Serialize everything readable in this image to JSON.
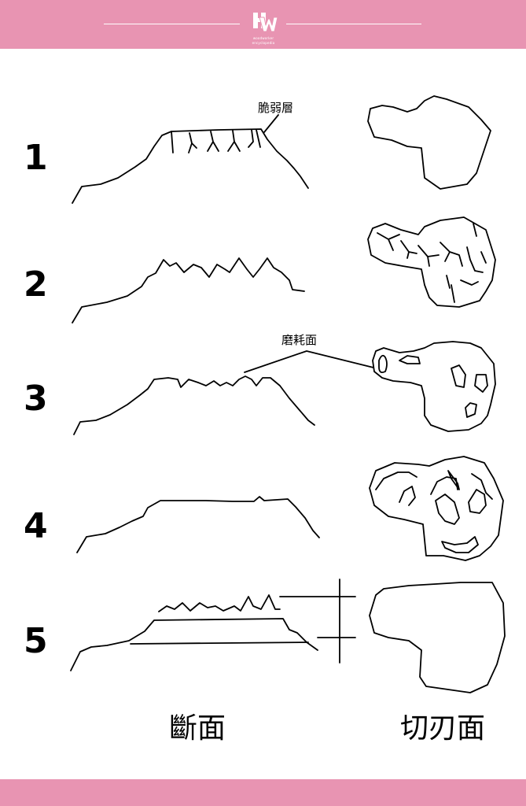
{
  "header": {
    "logo_text": "woodworker encyclopedia",
    "logo_icon": "hw-logo-icon",
    "bar_color": "#e894b2"
  },
  "annotations": {
    "brittle_layer": "脆弱層",
    "worn_surface": "磨耗面"
  },
  "rows": [
    "1",
    "2",
    "3",
    "4",
    "5"
  ],
  "columns": {
    "section": "斷面",
    "cutting_edge": "切刃面"
  }
}
